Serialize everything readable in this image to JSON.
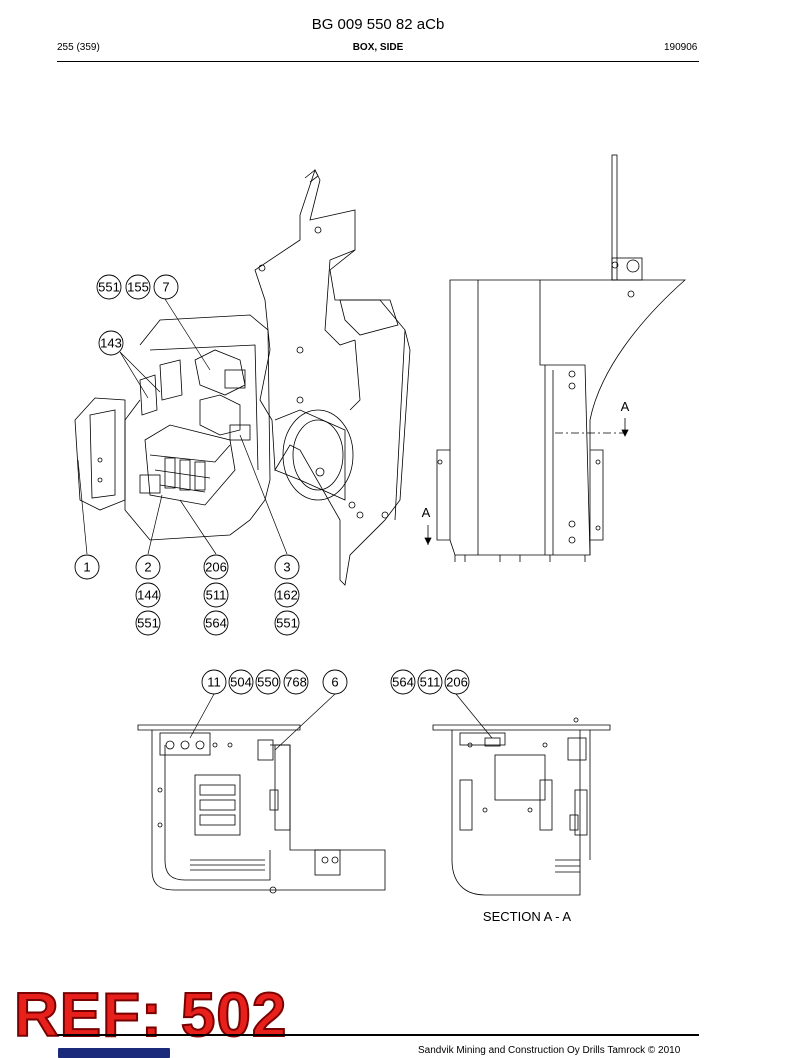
{
  "header": {
    "doc_number": "BG 009 550 82 aCb",
    "page": "255 (359)",
    "section": "BOX, SIDE",
    "date": "190906"
  },
  "balloons": {
    "b551a": "551",
    "b155": "155",
    "b7": "7",
    "b143": "143",
    "b1": "1",
    "b2": "2",
    "b206a": "206",
    "b3": "3",
    "b144": "144",
    "b511a": "511",
    "b162": "162",
    "b551b": "551",
    "b564a": "564",
    "b551c": "551",
    "b11": "11",
    "b504": "504",
    "b550": "550",
    "b768": "768",
    "b6": "6",
    "b564b": "564",
    "b511b": "511",
    "b206b": "206"
  },
  "section_marks": {
    "a_upper": "A",
    "a_lower": "A"
  },
  "section_caption": "SECTION A - A",
  "stamp": "REF: 502",
  "footer": {
    "copyright": "Sandvik Mining and Construction Oy Drills Tamrock © 2010"
  }
}
